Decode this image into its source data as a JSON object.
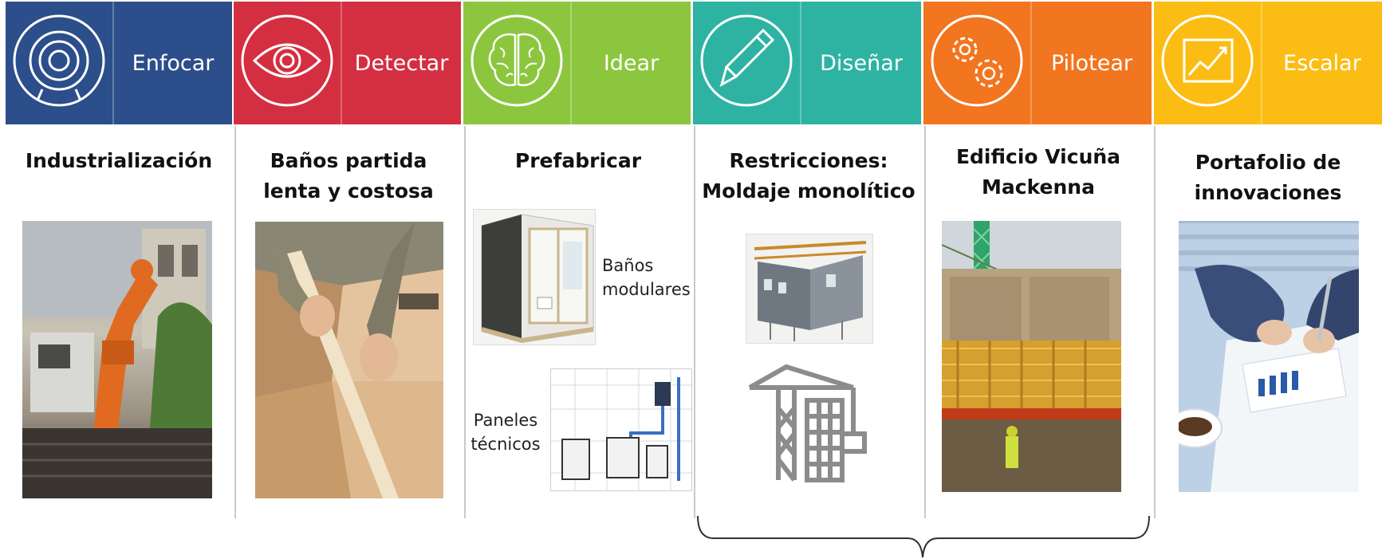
{
  "stages": [
    {
      "label": "Enfocar",
      "icon": "target-icon",
      "color": "#2c4e8a"
    },
    {
      "label": "Detectar",
      "icon": "eye-icon",
      "color": "#d42f41"
    },
    {
      "label": "Idear",
      "icon": "brain-icon",
      "color": "#8cc63e"
    },
    {
      "label": "Diseñar",
      "icon": "pen-icon",
      "color": "#2eb3a2"
    },
    {
      "label": "Pilotear",
      "icon": "gears-icon",
      "color": "#f27520"
    },
    {
      "label": "Escalar",
      "icon": "chart-icon",
      "color": "#fbbd13"
    }
  ],
  "columns": [
    {
      "title": "Industrialización"
    },
    {
      "title": "Baños partida\nlenta y costosa"
    },
    {
      "title": "Prefabricar",
      "captions": {
        "modular": "Baños\nmodulares",
        "panels": "Paneles\ntécnicos"
      }
    },
    {
      "title": "Restricciones:\nMoldaje monolítico"
    },
    {
      "title": "Edificio Vicuña\nMackenna"
    },
    {
      "title": "Portafolio de\ninnovaciones"
    }
  ]
}
